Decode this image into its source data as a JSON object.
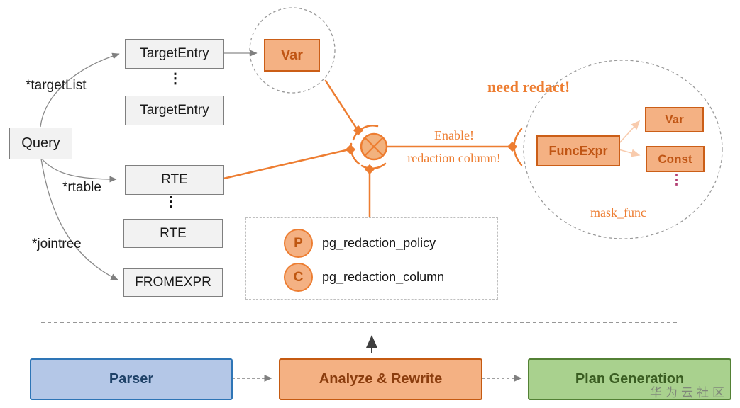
{
  "colors": {
    "accent_orange": "#ED7D31",
    "light_orange_fill": "#F4B183",
    "dark_orange_text": "#C55A11",
    "gray_box_fill": "#F2F2F2",
    "gray_border": "#7F7F7F",
    "blue_fill": "#B4C7E7",
    "blue_border": "#2E75B6",
    "green_fill": "#A9D18E",
    "green_border": "#538135",
    "purple_ellipsis": "#B23F73"
  },
  "diagram": {
    "query_label": "Query",
    "field_labels": {
      "target_list": "*targetList",
      "rtable": "*rtable",
      "jointree": "*jointree"
    },
    "target_entries": [
      "TargetEntry",
      "TargetEntry"
    ],
    "rtes": [
      "RTE",
      "RTE"
    ],
    "fromexpr_label": "FROMEXPR",
    "ellipsis": "⋮",
    "var_top_label": "Var",
    "annotations": {
      "need_redact": "need redact!",
      "enable_line1": "Enable!",
      "enable_line2": "redaction column!",
      "mask_func": "mask_func"
    },
    "func_tree": {
      "funcexpr": "FuncExpr",
      "var": "Var",
      "const": "Const",
      "ellipsis": "⋮"
    },
    "catalog_box": {
      "rows": [
        {
          "badge": "P",
          "label": "pg_redaction_policy"
        },
        {
          "badge": "C",
          "label": "pg_redaction_column"
        }
      ]
    }
  },
  "pipeline": {
    "stages": [
      {
        "label": "Parser"
      },
      {
        "label": "Analyze & Rewrite"
      },
      {
        "label": "Plan Generation"
      }
    ]
  },
  "watermark": "华为云社区"
}
